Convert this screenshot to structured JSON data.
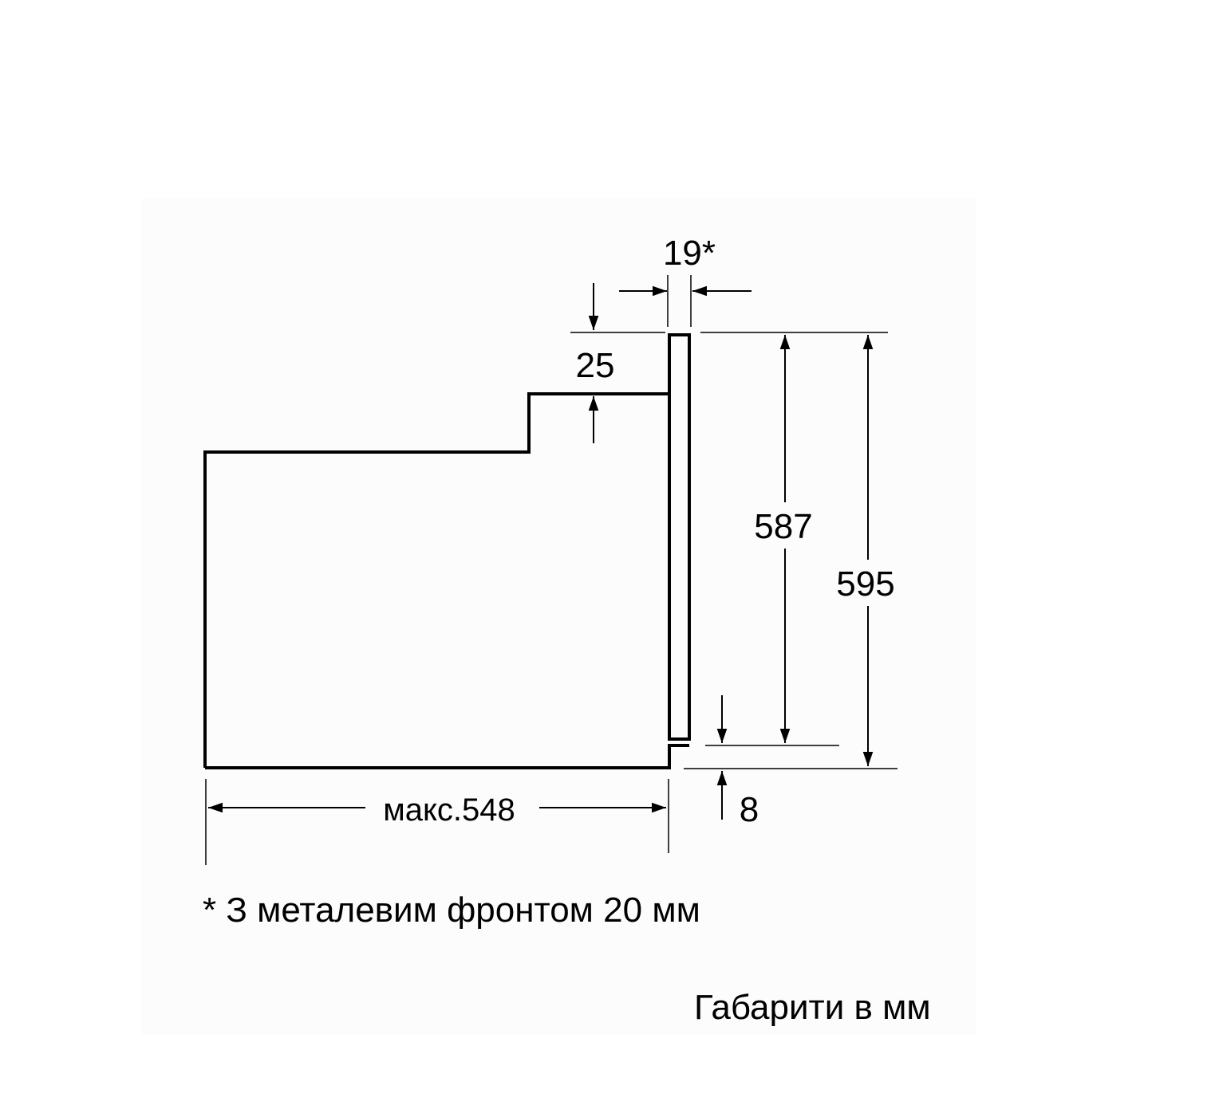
{
  "dimensions": {
    "door_thickness": "19*",
    "top_step_height": "25",
    "front_inner_height": "587",
    "total_height": "595",
    "bottom_offset": "8",
    "max_depth": "макс.548"
  },
  "footnote": "* З металевим фронтом 20 мм",
  "units_note": "Габарити в мм",
  "colors": {
    "line": "#000000",
    "background": "#ffffff",
    "panel": "#fcfcfc"
  }
}
